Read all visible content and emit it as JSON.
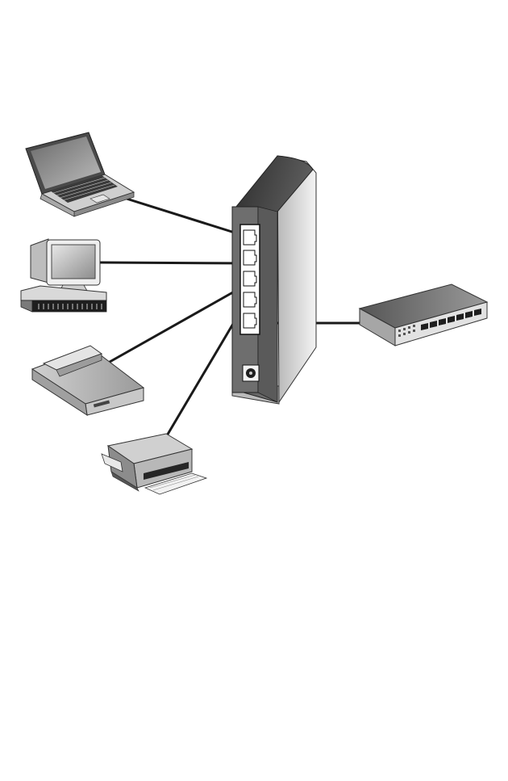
{
  "diagram": {
    "devices": [
      {
        "id": "laptop",
        "icon": "laptop-icon"
      },
      {
        "id": "desktop",
        "icon": "desktop-computer-icon"
      },
      {
        "id": "scanner",
        "icon": "scanner-icon"
      },
      {
        "id": "printer",
        "icon": "printer-icon"
      },
      {
        "id": "switch",
        "icon": "network-switch-icon"
      }
    ],
    "hub": {
      "icon": "switch-tower-icon",
      "ports": 5
    },
    "connections": [
      {
        "from": "laptop",
        "to_port": 1
      },
      {
        "from": "desktop",
        "to_port": 2
      },
      {
        "from": "scanner",
        "to_port": 3
      },
      {
        "from": "printer",
        "to_port": 4
      },
      {
        "from": "switch",
        "to_port": 5
      }
    ]
  }
}
